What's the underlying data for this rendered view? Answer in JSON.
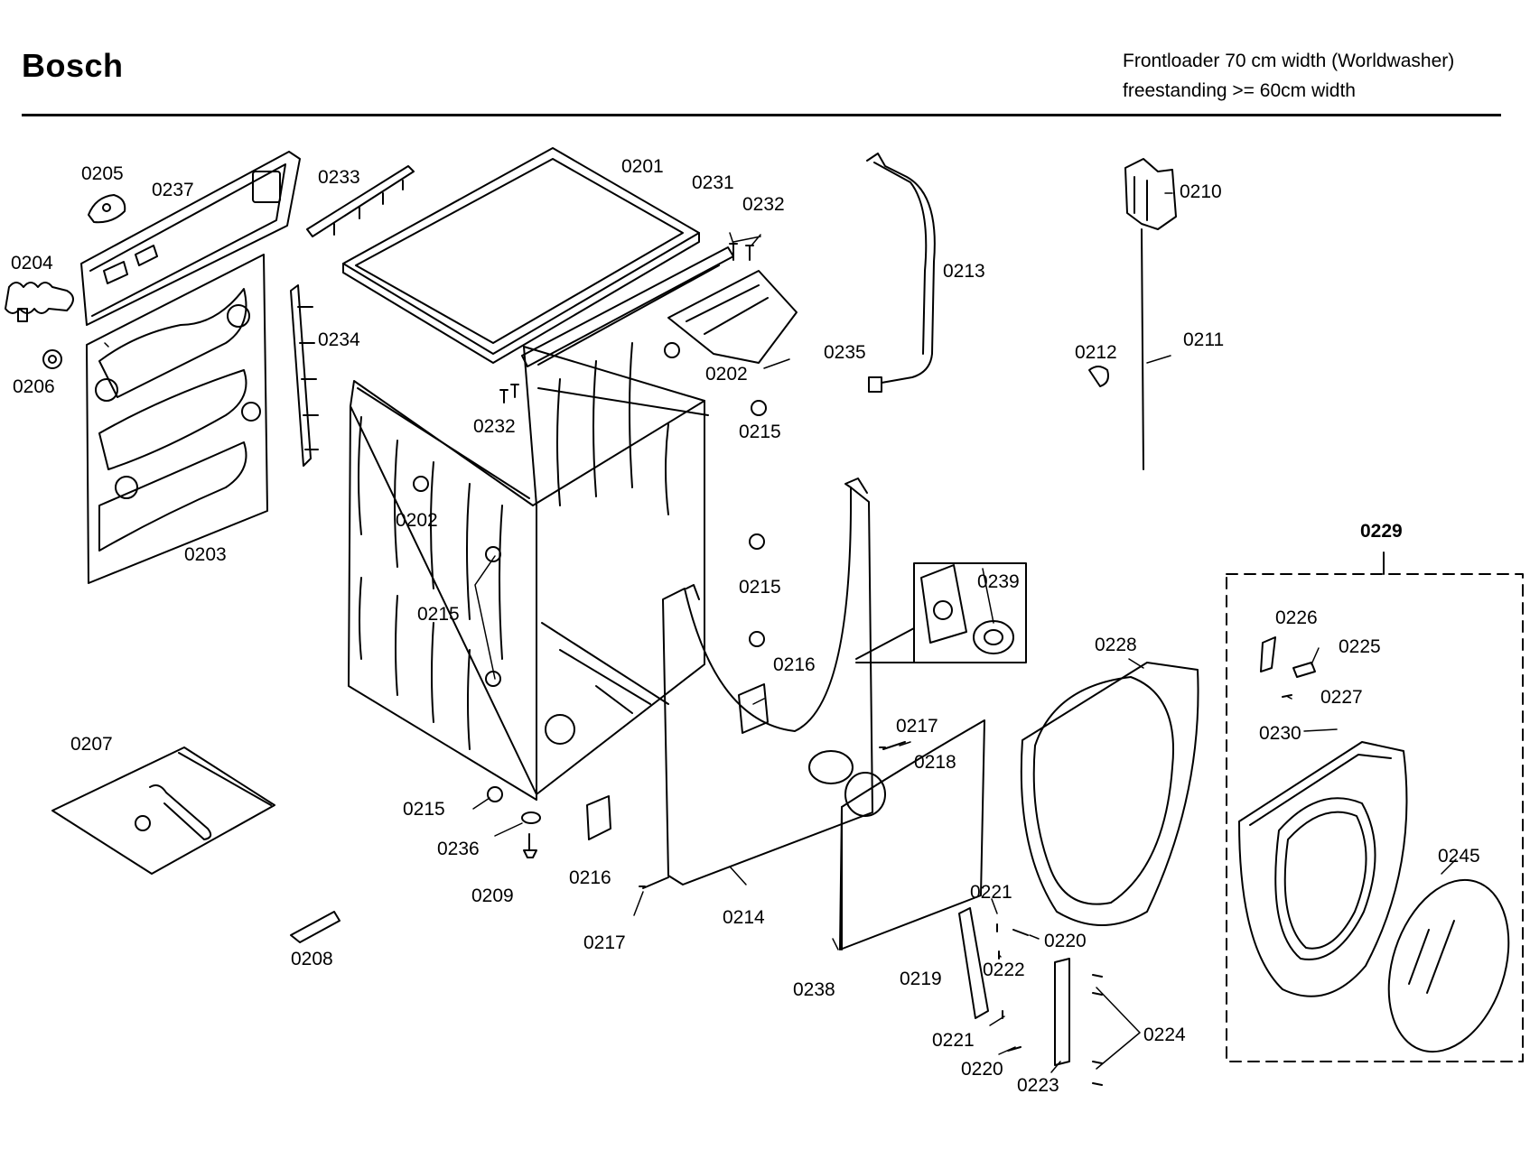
{
  "header": {
    "brand": "Bosch",
    "subtitle_line1": "Frontloader 70 cm width (Worldwasher)",
    "subtitle_line2": "freestanding >= 60cm width"
  },
  "labels": {
    "p0201": "0201",
    "p0202a": "0202",
    "p0202b": "0202",
    "p0203": "0203",
    "p0204": "0204",
    "p0205": "0205",
    "p0206": "0206",
    "p0207": "0207",
    "p0208": "0208",
    "p0209": "0209",
    "p0210": "0210",
    "p0211": "0211",
    "p0212": "0212",
    "p0213": "0213",
    "p0214": "0214",
    "p0215a": "0215",
    "p0215b": "0215",
    "p0215c": "0215",
    "p0215d": "0215",
    "p0216a": "0216",
    "p0216b": "0216",
    "p0217a": "0217",
    "p0217b": "0217",
    "p0218": "0218",
    "p0219": "0219",
    "p0220a": "0220",
    "p0220b": "0220",
    "p0221a": "0221",
    "p0221b": "0221",
    "p0222": "0222",
    "p0223": "0223",
    "p0224": "0224",
    "p0225": "0225",
    "p0226": "0226",
    "p0227": "0227",
    "p0228": "0228",
    "p0229": "0229",
    "p0230": "0230",
    "p0231": "0231",
    "p0232a": "0232",
    "p0232b": "0232",
    "p0233": "0233",
    "p0234": "0234",
    "p0235": "0235",
    "p0236": "0236",
    "p0237": "0237",
    "p0238": "0238",
    "p0239": "0239",
    "p0245": "0245"
  },
  "colors": {
    "line": "#000000",
    "background": "#ffffff"
  }
}
